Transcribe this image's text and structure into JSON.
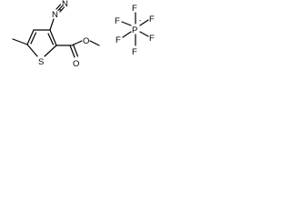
{
  "cation": {
    "sulfur": "S",
    "ester_carbonyl_o": "O",
    "ester_ether_o": "O",
    "diazo_n1": "N",
    "diazo_n2": "N",
    "diazo_charge": "+"
  },
  "anion": {
    "phosphorus": "P",
    "phosphorus_charge": "-",
    "fluorines": [
      "F",
      "F",
      "F",
      "F",
      "F",
      "F"
    ]
  }
}
